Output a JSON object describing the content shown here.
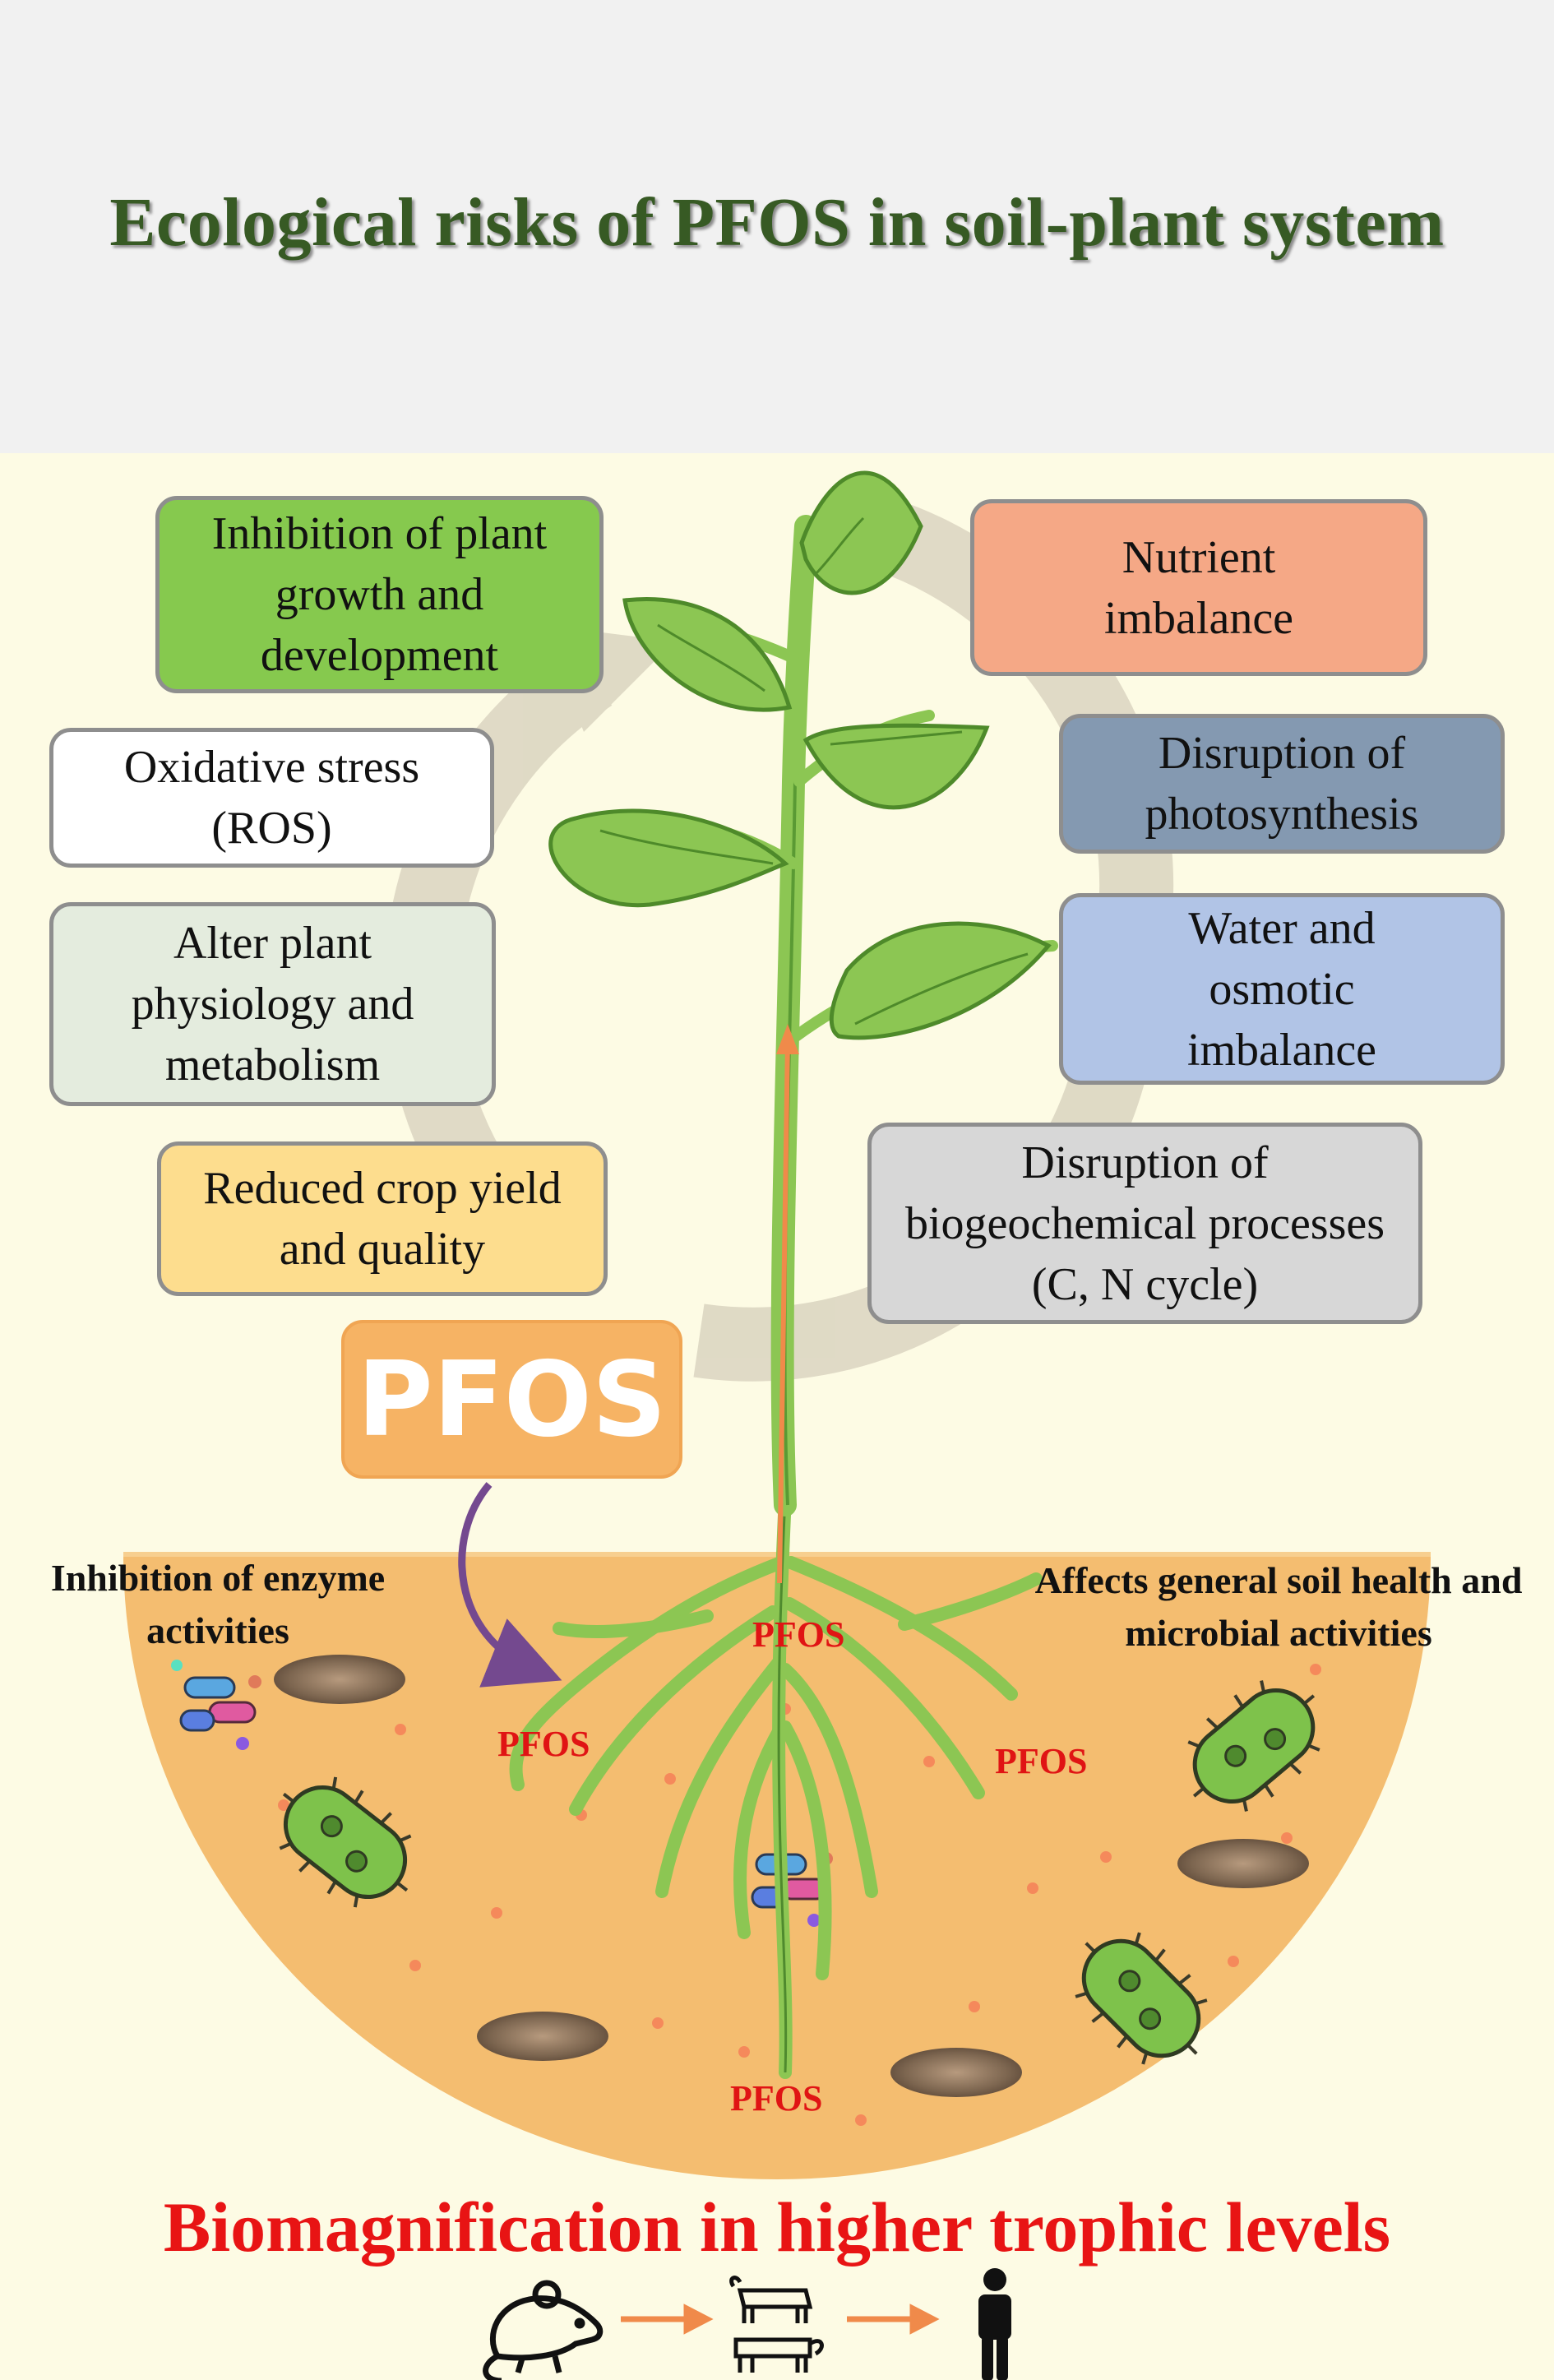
{
  "title": "Ecological risks of PFOS in soil-plant system",
  "boxes": {
    "growth": "Inhibition of plant growth and development",
    "oxidative": "Oxidative stress (ROS)",
    "physiology": "Alter plant physiology and metabolism",
    "yield": "Reduced crop yield and quality",
    "nutrient": "Nutrient imbalance",
    "photosynthesis": "Disruption of photosynthesis",
    "water": "Water and osmotic imbalance",
    "biogeo": "Disruption of biogeochemical processes (C, N cycle)"
  },
  "pfos_badge": "PFOS",
  "soil": {
    "enzyme": "Inhibition of enzyme activities",
    "health": "Affects general soil health and microbial activities"
  },
  "pfos_tags": [
    "PFOS",
    "PFOS",
    "PFOS",
    "PFOS"
  ],
  "biomagnification": "Biomagnification in higher trophic levels",
  "food_chain": [
    "mouse-icon",
    "livestock-icon",
    "human-icon"
  ],
  "colors": {
    "growth_box": "#86c94e",
    "oxidative_box": "#ffffff",
    "physiology_box": "#e4ecde",
    "yield_box": "#fddd8e",
    "nutrient_box": "#f5a886",
    "photosynthesis_box": "#8499b1",
    "water_box": "#b1c4e6",
    "biogeo_box": "#d7d7d7",
    "soil": "#f4bd70",
    "plant": "#8cc653",
    "title": "#375a24",
    "pfos_text": "#e01414"
  }
}
